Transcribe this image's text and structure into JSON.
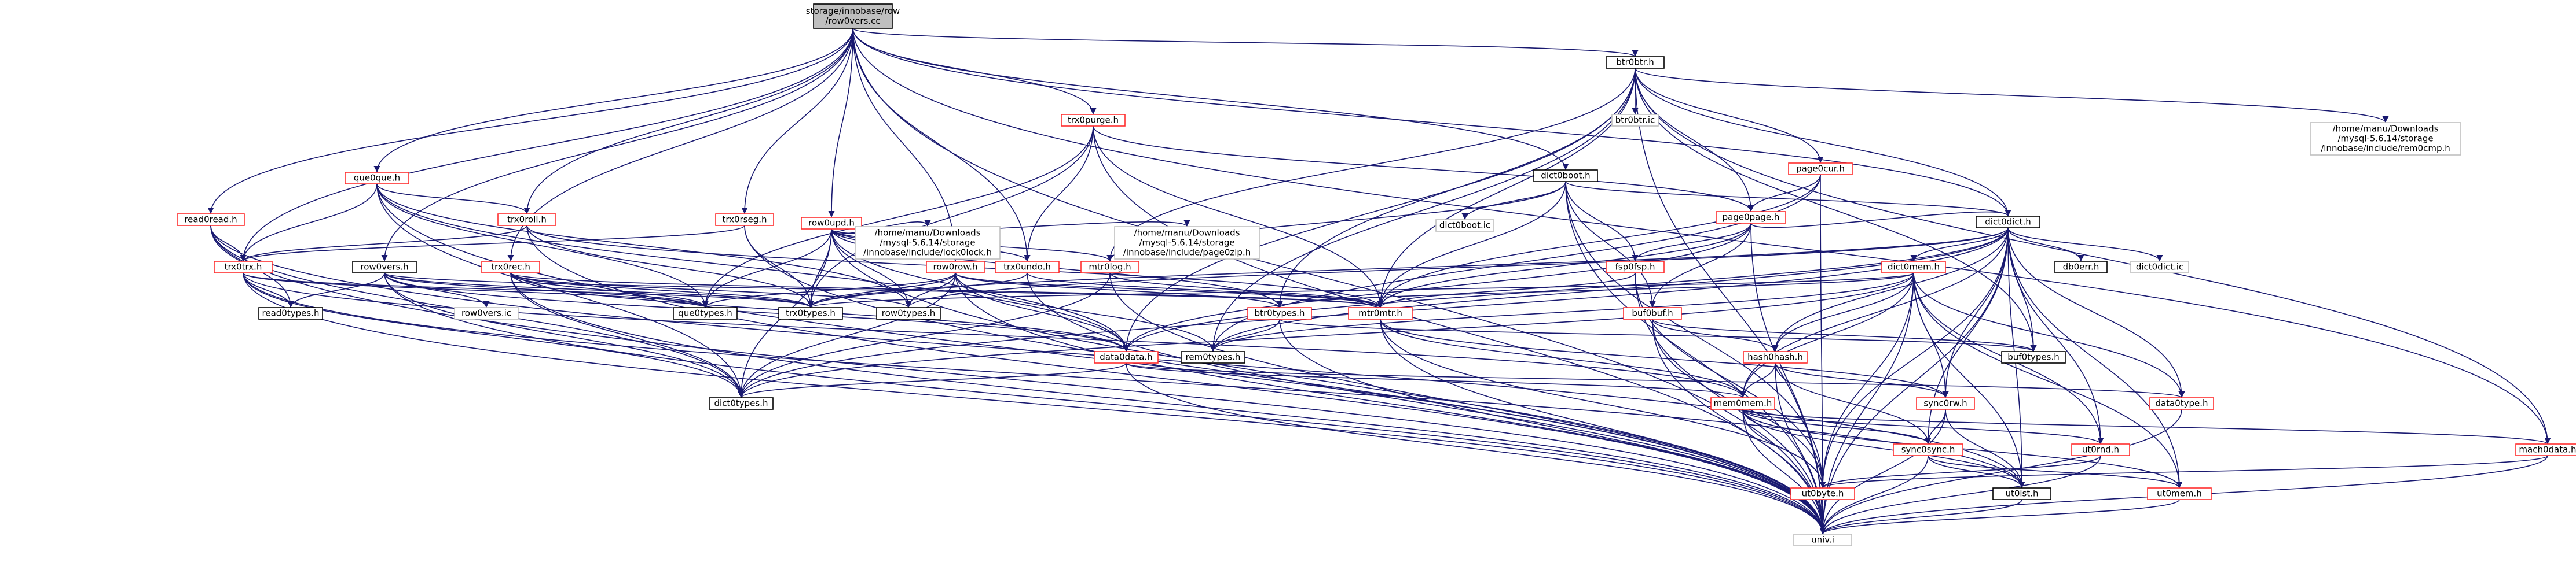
{
  "title": "storage/innobase/row/row0vers.cc",
  "nodes": [
    {
      "id": "root",
      "label": [
        "storage/innobase/row",
        "/row0vers.cc"
      ],
      "style": "root"
    },
    {
      "id": "btr0btr_h",
      "label": [
        "btr0btr.h"
      ],
      "style": "black"
    },
    {
      "id": "btr0btr_ic",
      "label": [
        "btr0btr.ic"
      ],
      "style": "gray"
    },
    {
      "id": "home_rem0cmp",
      "label": [
        "/home/manu/Downloads",
        "/mysql-5.6.14/storage",
        "/innobase/include/rem0cmp.h"
      ],
      "style": "gray"
    },
    {
      "id": "trx0purge_h",
      "label": [
        "trx0purge.h"
      ],
      "style": "red"
    },
    {
      "id": "page0cur_h",
      "label": [
        "page0cur.h"
      ],
      "style": "red"
    },
    {
      "id": "dict0boot_h",
      "label": [
        "dict0boot.h"
      ],
      "style": "black"
    },
    {
      "id": "page0page_h",
      "label": [
        "page0page.h"
      ],
      "style": "red"
    },
    {
      "id": "que0que_h",
      "label": [
        "que0que.h"
      ],
      "style": "red"
    },
    {
      "id": "trx0roll_h",
      "label": [
        "trx0roll.h"
      ],
      "style": "red"
    },
    {
      "id": "trx0rseg_h",
      "label": [
        "trx0rseg.h"
      ],
      "style": "red"
    },
    {
      "id": "row0upd_h",
      "label": [
        "row0upd.h"
      ],
      "style": "red"
    },
    {
      "id": "read0read_h",
      "label": [
        "read0read.h"
      ],
      "style": "red"
    },
    {
      "id": "dict0dict_h",
      "label": [
        "dict0dict.h"
      ],
      "style": "black"
    },
    {
      "id": "dict0boot_ic",
      "label": [
        "dict0boot.ic"
      ],
      "style": "gray"
    },
    {
      "id": "home_lock0lock",
      "label": [
        "/home/manu/Downloads",
        "/mysql-5.6.14/storage",
        "/innobase/include/lock0lock.h"
      ],
      "style": "gray"
    },
    {
      "id": "home_page0zip",
      "label": [
        "/home/manu/Downloads",
        "/mysql-5.6.14/storage",
        "/innobase/include/page0zip.h"
      ],
      "style": "gray"
    },
    {
      "id": "row0vers_h",
      "label": [
        "row0vers.h"
      ],
      "style": "black"
    },
    {
      "id": "trx0trx_h",
      "label": [
        "trx0trx.h"
      ],
      "style": "red"
    },
    {
      "id": "trx0rec_h",
      "label": [
        "trx0rec.h"
      ],
      "style": "red"
    },
    {
      "id": "row0row_h",
      "label": [
        "row0row.h"
      ],
      "style": "red"
    },
    {
      "id": "trx0undo_h",
      "label": [
        "trx0undo.h"
      ],
      "style": "red"
    },
    {
      "id": "mtr0log_h",
      "label": [
        "mtr0log.h"
      ],
      "style": "red"
    },
    {
      "id": "fsp0fsp_h",
      "label": [
        "fsp0fsp.h"
      ],
      "style": "red"
    },
    {
      "id": "dict0mem_h",
      "label": [
        "dict0mem.h"
      ],
      "style": "red"
    },
    {
      "id": "db0err_h",
      "label": [
        "db0err.h"
      ],
      "style": "black"
    },
    {
      "id": "dict0dict_ic",
      "label": [
        "dict0dict.ic"
      ],
      "style": "gray"
    },
    {
      "id": "row0vers_ic",
      "label": [
        "row0vers.ic"
      ],
      "style": "gray"
    },
    {
      "id": "read0types_h",
      "label": [
        "read0types.h"
      ],
      "style": "black"
    },
    {
      "id": "que0types_h",
      "label": [
        "que0types.h"
      ],
      "style": "black"
    },
    {
      "id": "trx0types_h",
      "label": [
        "trx0types.h"
      ],
      "style": "black"
    },
    {
      "id": "row0types_h",
      "label": [
        "row0types.h"
      ],
      "style": "black"
    },
    {
      "id": "btr0types_h",
      "label": [
        "btr0types.h"
      ],
      "style": "red"
    },
    {
      "id": "mtr0mtr_h",
      "label": [
        "mtr0mtr.h"
      ],
      "style": "red"
    },
    {
      "id": "buf0buf_h",
      "label": [
        "buf0buf.h"
      ],
      "style": "red"
    },
    {
      "id": "data0data_h",
      "label": [
        "data0data.h"
      ],
      "style": "red"
    },
    {
      "id": "rem0types_h",
      "label": [
        "rem0types.h"
      ],
      "style": "black"
    },
    {
      "id": "hash0hash_h",
      "label": [
        "hash0hash.h"
      ],
      "style": "red"
    },
    {
      "id": "buf0types_h",
      "label": [
        "buf0types.h"
      ],
      "style": "black"
    },
    {
      "id": "dict0types_h",
      "label": [
        "dict0types.h"
      ],
      "style": "black"
    },
    {
      "id": "mem0mem_h",
      "label": [
        "mem0mem.h"
      ],
      "style": "red"
    },
    {
      "id": "sync0rw_h",
      "label": [
        "sync0rw.h"
      ],
      "style": "red"
    },
    {
      "id": "data0type_h",
      "label": [
        "data0type.h"
      ],
      "style": "red"
    },
    {
      "id": "sync0sync_h",
      "label": [
        "sync0sync.h"
      ],
      "style": "red"
    },
    {
      "id": "ut0rnd_h",
      "label": [
        "ut0rnd.h"
      ],
      "style": "red"
    },
    {
      "id": "mach0data_h",
      "label": [
        "mach0data.h"
      ],
      "style": "red"
    },
    {
      "id": "ut0byte_h",
      "label": [
        "ut0byte.h"
      ],
      "style": "red"
    },
    {
      "id": "ut0lst_h",
      "label": [
        "ut0lst.h"
      ],
      "style": "black"
    },
    {
      "id": "ut0mem_h",
      "label": [
        "ut0mem.h"
      ],
      "style": "red"
    },
    {
      "id": "univ_i",
      "label": [
        "univ.i"
      ],
      "style": "gray"
    }
  ],
  "edges": [
    [
      "root",
      "btr0btr_h"
    ],
    [
      "root",
      "trx0purge_h"
    ],
    [
      "root",
      "dict0boot_h"
    ],
    [
      "root",
      "que0que_h"
    ],
    [
      "root",
      "trx0roll_h"
    ],
    [
      "root",
      "trx0rseg_h"
    ],
    [
      "root",
      "row0upd_h"
    ],
    [
      "root",
      "read0read_h"
    ],
    [
      "root",
      "row0vers_h"
    ],
    [
      "root",
      "trx0trx_h"
    ],
    [
      "root",
      "trx0rec_h"
    ],
    [
      "root",
      "row0row_h"
    ],
    [
      "root",
      "trx0undo_h"
    ],
    [
      "root",
      "mach0data_h"
    ],
    [
      "root",
      "dict0dict_h"
    ],
    [
      "root",
      "univ_i"
    ],
    [
      "btr0btr_h",
      "btr0btr_ic"
    ],
    [
      "btr0btr_h",
      "home_rem0cmp"
    ],
    [
      "btr0btr_h",
      "page0cur_h"
    ],
    [
      "btr0btr_h",
      "dict0dict_h"
    ],
    [
      "btr0btr_h",
      "page0page_h"
    ],
    [
      "btr0btr_h",
      "mtr0log_h"
    ],
    [
      "btr0btr_h",
      "btr0types_h"
    ],
    [
      "btr0btr_h",
      "mtr0mtr_h"
    ],
    [
      "btr0btr_h",
      "data0data_h"
    ],
    [
      "btr0btr_h",
      "rem0types_h"
    ],
    [
      "btr0btr_h",
      "buf0types_h"
    ],
    [
      "btr0btr_h",
      "mach0data_h"
    ],
    [
      "btr0btr_h",
      "univ_i"
    ],
    [
      "trx0purge_h",
      "page0page_h"
    ],
    [
      "trx0purge_h",
      "trx0undo_h"
    ],
    [
      "trx0purge_h",
      "que0types_h"
    ],
    [
      "trx0purge_h",
      "trx0types_h"
    ],
    [
      "trx0purge_h",
      "mtr0mtr_h"
    ],
    [
      "trx0purge_h",
      "univ_i"
    ],
    [
      "page0cur_h",
      "page0page_h"
    ],
    [
      "page0cur_h",
      "mtr0mtr_h"
    ],
    [
      "page0cur_h",
      "rem0types_h"
    ],
    [
      "page0cur_h",
      "univ_i"
    ],
    [
      "dict0boot_h",
      "dict0dict_h"
    ],
    [
      "dict0boot_h",
      "dict0boot_ic"
    ],
    [
      "dict0boot_h",
      "mtr0log_h"
    ],
    [
      "dict0boot_h",
      "fsp0fsp_h"
    ],
    [
      "dict0boot_h",
      "buf0buf_h"
    ],
    [
      "dict0boot_h",
      "mtr0mtr_h"
    ],
    [
      "dict0boot_h",
      "ut0byte_h"
    ],
    [
      "dict0boot_h",
      "univ_i"
    ],
    [
      "page0page_h",
      "dict0dict_h"
    ],
    [
      "page0page_h",
      "fsp0fsp_h"
    ],
    [
      "page0page_h",
      "buf0buf_h"
    ],
    [
      "page0page_h",
      "data0data_h"
    ],
    [
      "page0page_h",
      "mtr0mtr_h"
    ],
    [
      "page0page_h",
      "univ_i"
    ],
    [
      "que0que_h",
      "trx0trx_h"
    ],
    [
      "que0que_h",
      "trx0roll_h"
    ],
    [
      "que0que_h",
      "que0types_h"
    ],
    [
      "que0que_h",
      "row0types_h"
    ],
    [
      "que0que_h",
      "data0data_h"
    ],
    [
      "que0que_h",
      "dict0types_h"
    ],
    [
      "que0que_h",
      "univ_i"
    ],
    [
      "trx0roll_h",
      "trx0trx_h"
    ],
    [
      "trx0roll_h",
      "trx0types_h"
    ],
    [
      "trx0roll_h",
      "mtr0mtr_h"
    ],
    [
      "trx0roll_h",
      "univ_i"
    ],
    [
      "trx0rseg_h",
      "trx0trx_h"
    ],
    [
      "trx0rseg_h",
      "trx0types_h"
    ],
    [
      "trx0rseg_h",
      "univ_i"
    ],
    [
      "row0upd_h",
      "home_lock0lock"
    ],
    [
      "row0upd_h",
      "home_page0zip"
    ],
    [
      "row0upd_h",
      "row0row_h"
    ],
    [
      "row0upd_h",
      "trx0undo_h"
    ],
    [
      "row0upd_h",
      "que0types_h"
    ],
    [
      "row0upd_h",
      "trx0types_h"
    ],
    [
      "row0upd_h",
      "row0types_h"
    ],
    [
      "row0upd_h",
      "btr0types_h"
    ],
    [
      "row0upd_h",
      "data0data_h"
    ],
    [
      "row0upd_h",
      "dict0types_h"
    ],
    [
      "row0upd_h",
      "mtr0log_h"
    ],
    [
      "row0upd_h",
      "univ_i"
    ],
    [
      "read0read_h",
      "trx0trx_h"
    ],
    [
      "read0read_h",
      "read0types_h"
    ],
    [
      "read0read_h",
      "dict0types_h"
    ],
    [
      "read0read_h",
      "ut0lst_h"
    ],
    [
      "read0read_h",
      "univ_i"
    ],
    [
      "dict0dict_h",
      "dict0mem_h"
    ],
    [
      "dict0dict_h",
      "db0err_h"
    ],
    [
      "dict0dict_h",
      "dict0dict_ic"
    ],
    [
      "dict0dict_h",
      "data0data_h"
    ],
    [
      "dict0dict_h",
      "mem0mem_h"
    ],
    [
      "dict0dict_h",
      "hash0hash_h"
    ],
    [
      "dict0dict_h",
      "sync0rw_h"
    ],
    [
      "dict0dict_h",
      "data0type_h"
    ],
    [
      "dict0dict_h",
      "ut0rnd_h"
    ],
    [
      "dict0dict_h",
      "ut0byte_h"
    ],
    [
      "dict0dict_h",
      "ut0mem_h"
    ],
    [
      "dict0dict_h",
      "buf0types_h"
    ],
    [
      "dict0dict_h",
      "trx0types_h"
    ],
    [
      "dict0dict_h",
      "row0types_h"
    ],
    [
      "dict0dict_h",
      "rem0types_h"
    ],
    [
      "dict0dict_h",
      "dict0types_h"
    ],
    [
      "dict0dict_h",
      "ut0lst_h"
    ],
    [
      "dict0dict_h",
      "sync0sync_h"
    ],
    [
      "dict0dict_h",
      "univ_i"
    ],
    [
      "row0vers_h",
      "row0vers_ic"
    ],
    [
      "row0vers_h",
      "read0types_h"
    ],
    [
      "row0vers_h",
      "que0types_h"
    ],
    [
      "row0vers_h",
      "trx0types_h"
    ],
    [
      "row0vers_h",
      "dict0types_h"
    ],
    [
      "row0vers_h",
      "mtr0mtr_h"
    ],
    [
      "row0vers_h",
      "data0data_h"
    ],
    [
      "row0vers_h",
      "univ_i"
    ],
    [
      "trx0trx_h",
      "read0types_h"
    ],
    [
      "trx0trx_h",
      "que0types_h"
    ],
    [
      "trx0trx_h",
      "trx0types_h"
    ],
    [
      "trx0trx_h",
      "dict0types_h"
    ],
    [
      "trx0trx_h",
      "ut0lst_h"
    ],
    [
      "trx0trx_h",
      "mem0mem_h"
    ],
    [
      "trx0trx_h",
      "univ_i"
    ],
    [
      "trx0rec_h",
      "que0types_h"
    ],
    [
      "trx0rec_h",
      "trx0types_h"
    ],
    [
      "trx0rec_h",
      "row0types_h"
    ],
    [
      "trx0rec_h",
      "mtr0mtr_h"
    ],
    [
      "trx0rec_h",
      "data0data_h"
    ],
    [
      "trx0rec_h",
      "dict0types_h"
    ],
    [
      "trx0rec_h",
      "univ_i"
    ],
    [
      "row0row_h",
      "que0types_h"
    ],
    [
      "row0row_h",
      "trx0types_h"
    ],
    [
      "row0row_h",
      "row0types_h"
    ],
    [
      "row0row_h",
      "mtr0mtr_h"
    ],
    [
      "row0row_h",
      "data0data_h"
    ],
    [
      "row0row_h",
      "rem0types_h"
    ],
    [
      "row0row_h",
      "dict0types_h"
    ],
    [
      "row0row_h",
      "btr0types_h"
    ],
    [
      "row0row_h",
      "univ_i"
    ],
    [
      "trx0undo_h",
      "trx0types_h"
    ],
    [
      "trx0undo_h",
      "mtr0mtr_h"
    ],
    [
      "trx0undo_h",
      "univ_i"
    ],
    [
      "mtr0log_h",
      "mtr0mtr_h"
    ],
    [
      "mtr0log_h",
      "dict0types_h"
    ],
    [
      "mtr0log_h",
      "univ_i"
    ],
    [
      "fsp0fsp_h",
      "mtr0mtr_h"
    ],
    [
      "fsp0fsp_h",
      "ut0byte_h"
    ],
    [
      "fsp0fsp_h",
      "univ_i"
    ],
    [
      "dict0mem_h",
      "dict0types_h"
    ],
    [
      "dict0mem_h",
      "data0type_h"
    ],
    [
      "dict0mem_h",
      "mem0mem_h"
    ],
    [
      "dict0mem_h",
      "rem0types_h"
    ],
    [
      "dict0mem_h",
      "btr0types_h"
    ],
    [
      "dict0mem_h",
      "hash0hash_h"
    ],
    [
      "dict0mem_h",
      "sync0rw_h"
    ],
    [
      "dict0mem_h",
      "ut0mem_h"
    ],
    [
      "dict0mem_h",
      "ut0lst_h"
    ],
    [
      "dict0mem_h",
      "ut0rnd_h"
    ],
    [
      "dict0mem_h",
      "ut0byte_h"
    ],
    [
      "dict0mem_h",
      "trx0types_h"
    ],
    [
      "dict0mem_h",
      "univ_i"
    ],
    [
      "btr0types_h",
      "rem0types_h"
    ],
    [
      "btr0types_h",
      "buf0types_h"
    ],
    [
      "btr0types_h",
      "univ_i"
    ],
    [
      "mtr0mtr_h",
      "mem0mem_h"
    ],
    [
      "mtr0mtr_h",
      "sync0rw_h"
    ],
    [
      "mtr0mtr_h",
      "ut0byte_h"
    ],
    [
      "mtr0mtr_h",
      "univ_i"
    ],
    [
      "buf0buf_h",
      "buf0types_h"
    ],
    [
      "buf0buf_h",
      "hash0hash_h"
    ],
    [
      "buf0buf_h",
      "ut0byte_h"
    ],
    [
      "buf0buf_h",
      "univ_i"
    ],
    [
      "data0data_h",
      "data0type_h"
    ],
    [
      "data0data_h",
      "mem0mem_h"
    ],
    [
      "data0data_h",
      "dict0types_h"
    ],
    [
      "data0data_h",
      "univ_i"
    ],
    [
      "hash0hash_h",
      "mem0mem_h"
    ],
    [
      "hash0hash_h",
      "sync0rw_h"
    ],
    [
      "hash0hash_h",
      "sync0sync_h"
    ],
    [
      "hash0hash_h",
      "univ_i"
    ],
    [
      "mem0mem_h",
      "ut0mem_h"
    ],
    [
      "mem0mem_h",
      "ut0byte_h"
    ],
    [
      "mem0mem_h",
      "ut0rnd_h"
    ],
    [
      "mem0mem_h",
      "sync0sync_h"
    ],
    [
      "mem0mem_h",
      "ut0lst_h"
    ],
    [
      "mem0mem_h",
      "mach0data_h"
    ],
    [
      "mem0mem_h",
      "univ_i"
    ],
    [
      "sync0rw_h",
      "ut0lst_h"
    ],
    [
      "sync0rw_h",
      "sync0sync_h"
    ],
    [
      "sync0rw_h",
      "univ_i"
    ],
    [
      "data0type_h",
      "univ_i"
    ],
    [
      "sync0sync_h",
      "ut0mem_h"
    ],
    [
      "sync0sync_h",
      "ut0lst_h"
    ],
    [
      "sync0sync_h",
      "univ_i"
    ],
    [
      "ut0rnd_h",
      "ut0byte_h"
    ],
    [
      "ut0rnd_h",
      "univ_i"
    ],
    [
      "mach0data_h",
      "ut0byte_h"
    ],
    [
      "mach0data_h",
      "univ_i"
    ],
    [
      "ut0byte_h",
      "univ_i"
    ],
    [
      "ut0lst_h",
      "univ_i"
    ],
    [
      "ut0mem_h",
      "univ_i"
    ]
  ]
}
